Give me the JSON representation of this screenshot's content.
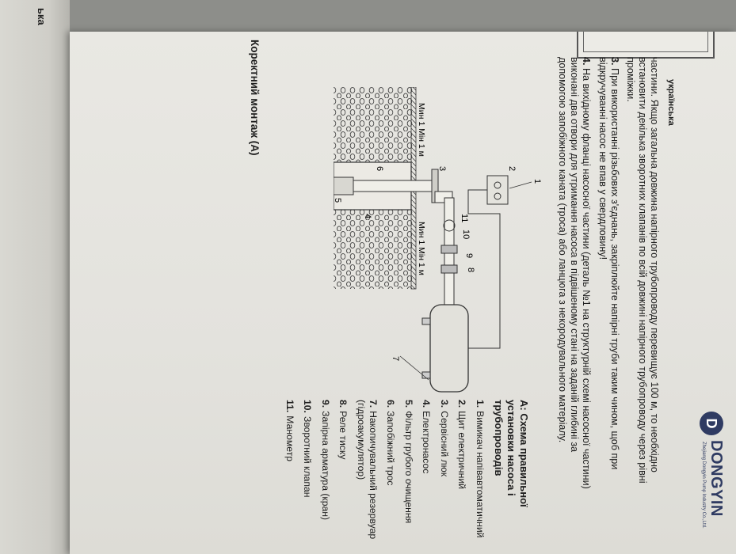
{
  "facing_page": {
    "running_head": "ька"
  },
  "header": {
    "language": "українська"
  },
  "logo": {
    "mark": "D",
    "name": "DONGYIN",
    "subtitle": "Zhejiang Dongyin Pump Industry Co.,Ltd."
  },
  "body": {
    "paragraphs": [
      {
        "number": "",
        "text": "частини. Якщо загальна довжина напірного трубопроводу перевищує 100 м, то необхідно встановити декілька зворотних клапанів по всій довжині напірного трубопроводу через рівні проміжки."
      },
      {
        "number": "3.",
        "text": "При використанні різьбових з'єднань, закріплюйте напірні труби таким чином, щоб при відкручуванні насос не впав у свердловину!"
      },
      {
        "number": "4.",
        "text": "На вихідному фланці насосної частини (деталь №1 на структурній схемі насосної частини) виконані два отвори для утримання насоса в підвішеному стані на заданій глибині за допомогою запобіжного каната (троса) або ланцюга з некородувального матеріалу."
      }
    ]
  },
  "legend": {
    "title": "А: Схема правильної установки насоса і трубопроводів",
    "items": [
      {
        "n": "1.",
        "label": "Вимикач напівавтоматичний"
      },
      {
        "n": "2.",
        "label": "Щит електричний"
      },
      {
        "n": "3.",
        "label": "Сервісний люк"
      },
      {
        "n": "4.",
        "label": "Електронасос"
      },
      {
        "n": "5.",
        "label": "Фільтр грубого очищення"
      },
      {
        "n": "6.",
        "label": "Запобіжний трос"
      },
      {
        "n": "7.",
        "label": "Накопичувальний резервуар (гідроакумулятор)"
      },
      {
        "n": "8.",
        "label": "Реле тиску"
      },
      {
        "n": "9.",
        "label": "Запірна арматура (кран)"
      },
      {
        "n": "10.",
        "label": "Зворотний клапан"
      },
      {
        "n": "11.",
        "label": "Манометр"
      }
    ]
  },
  "diagram": {
    "labels": [
      "1",
      "2",
      "3",
      "4",
      "5",
      "6",
      "7",
      "8",
      "9",
      "10",
      "11"
    ],
    "dimension_text": "Мин 1 Мін 1 м"
  },
  "caption": "Коректний монтаж (А)"
}
